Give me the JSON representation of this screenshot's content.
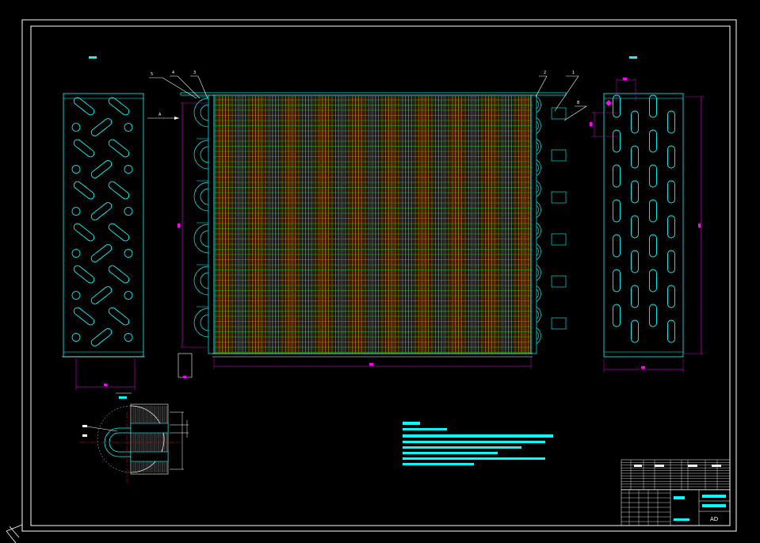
{
  "sheet": {
    "code": "AD",
    "colors": {
      "background": "#000000",
      "frame": "#ffffff",
      "outline": "#00ffff",
      "fins": "#ffff00",
      "fin_gaps": "#ff4040",
      "tubes": "#00ff00",
      "dimensions": "#ff00ff",
      "centerline": "#ff0000"
    }
  },
  "callouts": [
    "5",
    "4",
    "3",
    "2",
    "1",
    "B",
    "A"
  ],
  "title_block": {
    "rows": 11,
    "cols": 8
  }
}
